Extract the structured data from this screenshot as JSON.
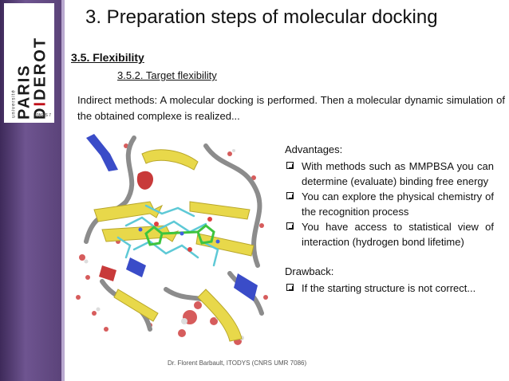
{
  "slide": {
    "title": "3. Preparation steps of molecular docking",
    "section": "3.5. Flexibility",
    "subsection": "3.5.2. Target flexibility",
    "intro": "Indirect methods: A molecular docking is performed. Then a molecular dynamic simulation of the obtained complexe is realized...",
    "advantages_heading": "Advantages:",
    "advantages": [
      "With methods such as MMPBSA you can determine (evaluate) binding free energy",
      "You can explore the physical chemistry of the recognition process",
      "You have access to statistical view of interaction (hydrogen bond lifetime)"
    ],
    "drawback_heading": "Drawback:",
    "drawbacks": [
      "If the starting structure is not correct..."
    ],
    "footer": "Dr. Florent Barbault, ITODYS (CNRS UMR 7086)"
  },
  "logo": {
    "univ": "université",
    "paris": "PARIS",
    "diderot": "DIDEROT",
    "paris7": "PARIS 7"
  },
  "colors": {
    "sidebar": "#5a4278",
    "accent_red": "#c0101a",
    "helix_yellow": "#e8d84a",
    "coil_grey": "#8c8c8c",
    "ligand_green": "#3ec43e",
    "side_chain_cyan": "#5ec9d6"
  }
}
